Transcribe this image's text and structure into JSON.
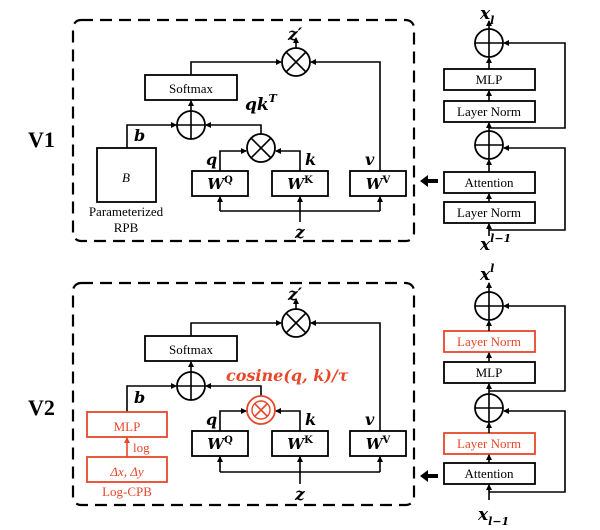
{
  "colors": {
    "accent": "#e8472a",
    "line": "#000000"
  },
  "v1": {
    "label": "V1",
    "softmax": "Softmax",
    "B": "B",
    "rpb_line1": "Parameterized",
    "rpb_line2": "RPB",
    "b": "b",
    "qkT": "qk",
    "qkT_sup": "T",
    "q": "q",
    "k": "k",
    "v": "v",
    "WQ": "W",
    "WQ_sup": "Q",
    "WK": "W",
    "WK_sup": "K",
    "WV": "W",
    "WV_sup": "V",
    "z": "z",
    "zprime": "z′",
    "block": {
      "out": "x",
      "out_sub": "l",
      "mlp": "MLP",
      "ln_top": "Layer Norm",
      "attention": "Attention",
      "ln_bottom": "Layer Norm",
      "in": "x",
      "in_sup": "l−1"
    }
  },
  "v2": {
    "label": "V2",
    "softmax": "Softmax",
    "mlp": "MLP",
    "log": "log",
    "dxdy": "Δx, Δy",
    "cpb": "Log-CPB",
    "cosine": "cosine(q, k)/τ",
    "b": "b",
    "q": "q",
    "k": "k",
    "v": "v",
    "WQ": "W",
    "WQ_sup": "Q",
    "WK": "W",
    "WK_sup": "K",
    "WV": "W",
    "WV_sup": "V",
    "z": "z",
    "zprime": "z′",
    "block": {
      "out": "x",
      "out_sup": "l",
      "ln_top": "Layer Norm",
      "mlp": "MLP",
      "ln_mid": "Layer Norm",
      "attention": "Attention",
      "in": "x",
      "in_sub": "l−1"
    }
  }
}
